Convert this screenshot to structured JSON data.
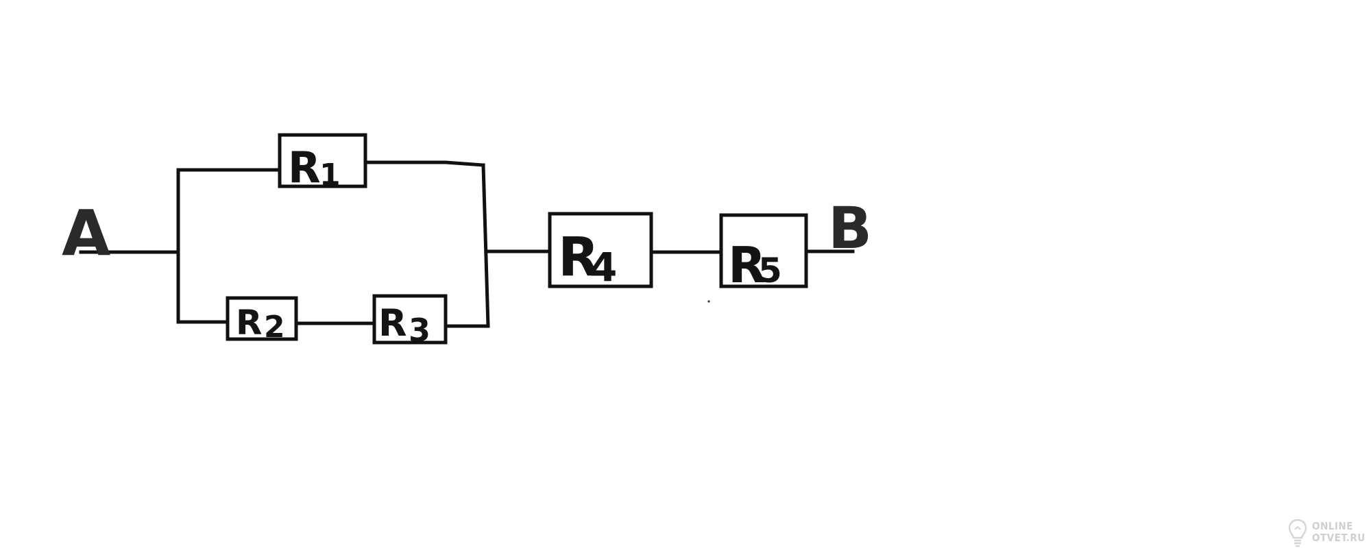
{
  "nodes": {
    "a": "A",
    "b": "B"
  },
  "resistors": {
    "r1": {
      "letter": "R",
      "index": "1"
    },
    "r2": {
      "letter": "R",
      "index": "2"
    },
    "r3": {
      "letter": "R",
      "index": "3"
    },
    "r4": {
      "letter": "R",
      "index": "4"
    },
    "r5": {
      "letter": "R",
      "index": "5"
    }
  },
  "watermark": {
    "line1": "ONLINE",
    "line2": "OTVET.RU"
  },
  "colors": {
    "ink": "#111111",
    "background": "#ffffff",
    "watermark": "#777777"
  }
}
